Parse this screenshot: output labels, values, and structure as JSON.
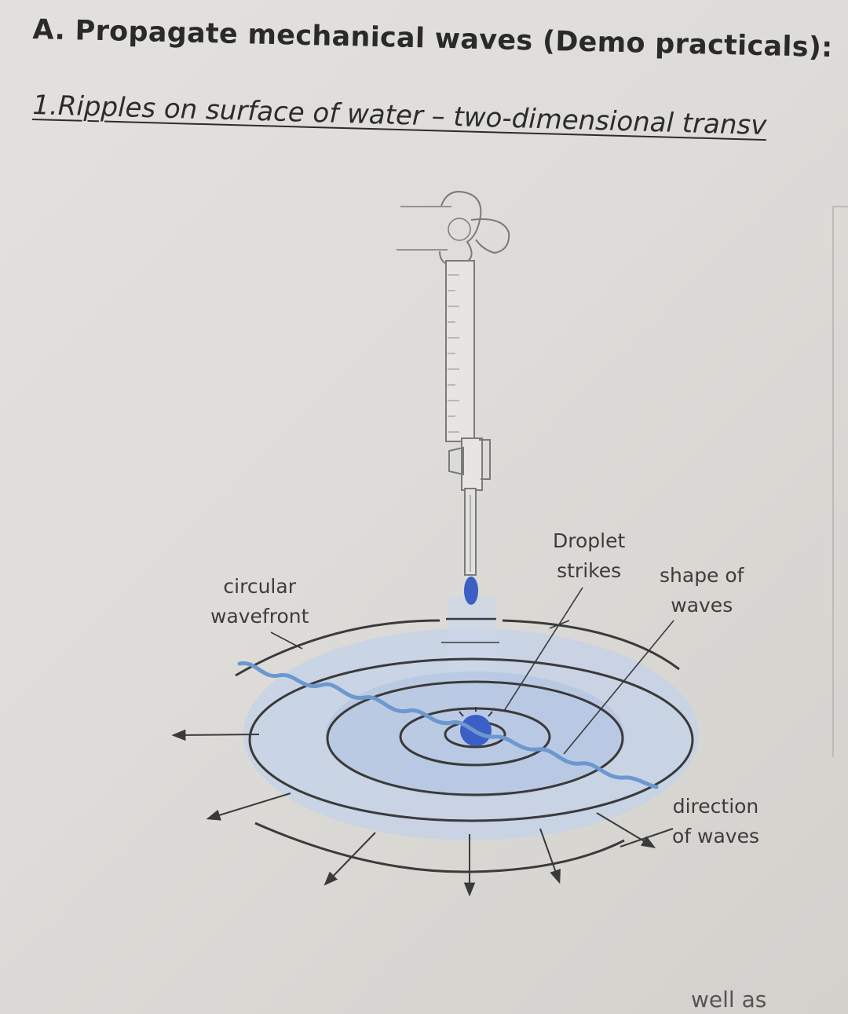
{
  "heading": "A. Propagate mechanical waves (Demo practicals):",
  "subheading": "1.Ripples on surface of water – two-dimensional transv",
  "labels": {
    "circular_wavefront": [
      "circular",
      "wavefront"
    ],
    "droplet_strikes": [
      "Droplet",
      "strikes"
    ],
    "shape_of_waves": [
      "shape of",
      "waves"
    ],
    "direction_of_waves": [
      "direction",
      "of waves"
    ]
  },
  "footer_partial": "well as",
  "colors": {
    "water": "#c3d0e4",
    "droplet": "#3b5fc4",
    "wave_line": "#6c98d0",
    "ink": "#3a3a3a"
  }
}
